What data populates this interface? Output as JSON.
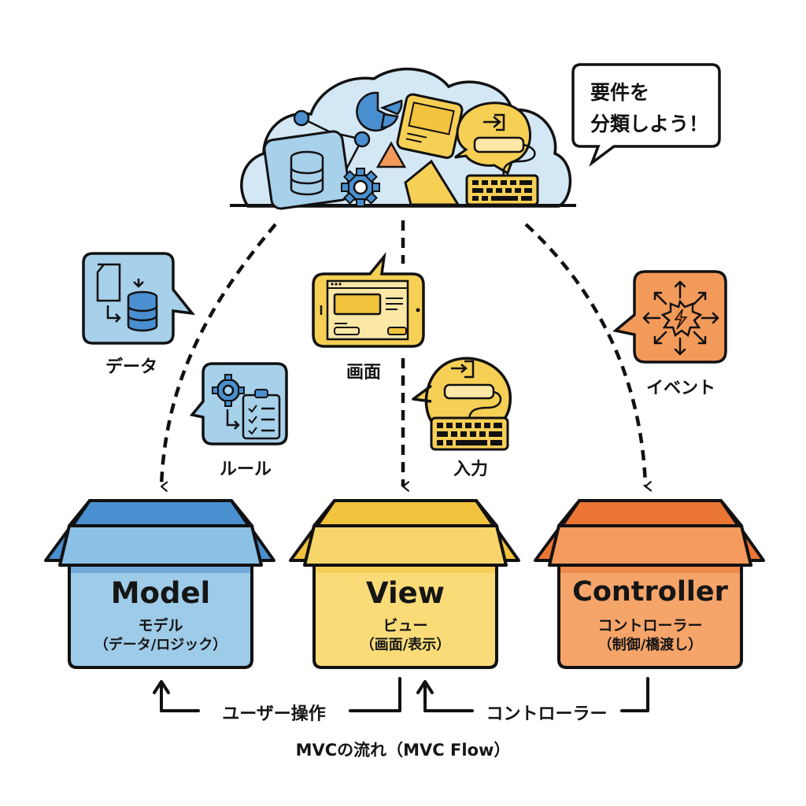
{
  "speech_bubble": {
    "line1": "要件を",
    "line2": "分類しよう！"
  },
  "cloud": {
    "name": "requirements-cloud",
    "icons": [
      "database-icon",
      "pie-chart-icon",
      "network-icon",
      "gear-icon",
      "triangle-icon",
      "tablet-icon",
      "input-icon",
      "keyboard-icon"
    ]
  },
  "items": {
    "data": {
      "label": "データ",
      "icon": "data-transfer-icon"
    },
    "rule": {
      "label": "ルール",
      "icon": "rules-checklist-icon"
    },
    "screen": {
      "label": "画面",
      "icon": "tablet-screen-icon"
    },
    "input": {
      "label": "入力",
      "icon": "keyboard-input-icon"
    },
    "event": {
      "label": "イベント",
      "icon": "event-burst-icon"
    }
  },
  "boxes": [
    {
      "key": "model",
      "title": "Model",
      "kana": "モデル",
      "desc": "（データ/ロジック）",
      "color_front": "#9ecbe8",
      "color_inner": "#4a8fcf",
      "color_flap": "#8cc1e6"
    },
    {
      "key": "view",
      "title": "View",
      "kana": "ビュー",
      "desc": "（画面/表示）",
      "color_front": "#f9dc78",
      "color_inner": "#f2c33d",
      "color_flap": "#f7d56a"
    },
    {
      "key": "controller",
      "title": "Controller",
      "kana": "コントローラー",
      "desc": "（制御/橋渡し）",
      "color_front": "#f5a46a",
      "color_inner": "#ea7534",
      "color_flap": "#f39a5c"
    }
  ],
  "flow": {
    "left_label": "ユーザー操作",
    "right_label": "コントローラー",
    "caption": "MVCの流れ（MVC Flow）"
  },
  "colors": {
    "stroke": "#111111",
    "blue": "#4a8fcf",
    "light_blue": "#a7d0ea",
    "yellow": "#f6cf55",
    "light_yellow": "#fbe7a6",
    "orange": "#f29a5a",
    "deep_orange": "#e8702f"
  }
}
